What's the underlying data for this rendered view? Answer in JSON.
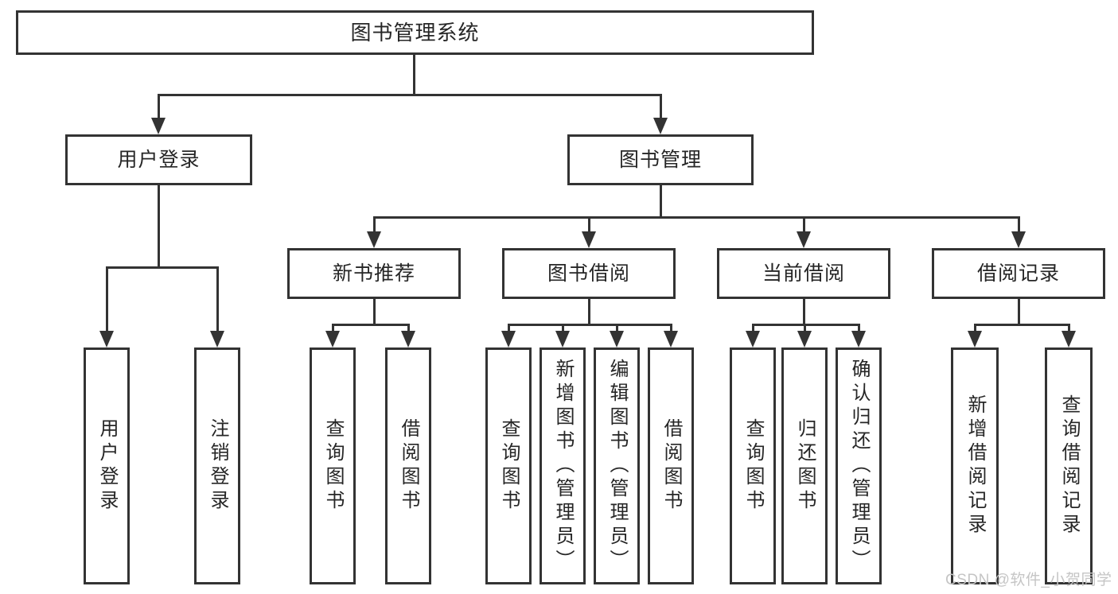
{
  "diagram": {
    "type": "hierarchy-tree",
    "title": "图书管理系统",
    "colors": {
      "line": "#333333",
      "border": "#333333",
      "text": "#262626",
      "background": "#ffffff",
      "watermark": "#c5c5c5"
    },
    "watermark": "CSDN @软件_小贺同学",
    "nodes": {
      "root": "图书管理系统",
      "user_login": "用户登录",
      "book_management": "图书管理",
      "new_book_recommend": "新书推荐",
      "book_borrow": "图书借阅",
      "current_borrow": "当前借阅",
      "borrow_records": "借阅记录",
      "leaf_user_login": "用户登录",
      "leaf_logout": "注销登录",
      "leaf_nb_query_books": "查询图书",
      "leaf_nb_borrow_books": "借阅图书",
      "leaf_bb_query_books": "查询图书",
      "leaf_bb_add_books": "新增图书（管理员）",
      "leaf_bb_edit_books": "编辑图书（管理员）",
      "leaf_bb_borrow_books": "借阅图书",
      "leaf_cb_query_books": "查询图书",
      "leaf_cb_return_books": "归还图书",
      "leaf_cb_confirm_return": "确认归还（管理员）",
      "leaf_br_add_record": "新增借阅记录",
      "leaf_br_query_record": "查询借阅记录"
    },
    "hierarchy": {
      "图书管理系统": {
        "用户登录": [
          "用户登录",
          "注销登录"
        ],
        "图书管理": {
          "新书推荐": [
            "查询图书",
            "借阅图书"
          ],
          "图书借阅": [
            "查询图书",
            "新增图书（管理员）",
            "编辑图书（管理员）",
            "借阅图书"
          ],
          "当前借阅": [
            "查询图书",
            "归还图书",
            "确认归还（管理员）"
          ],
          "借阅记录": [
            "新增借阅记录",
            "查询借阅记录"
          ]
        }
      }
    }
  }
}
